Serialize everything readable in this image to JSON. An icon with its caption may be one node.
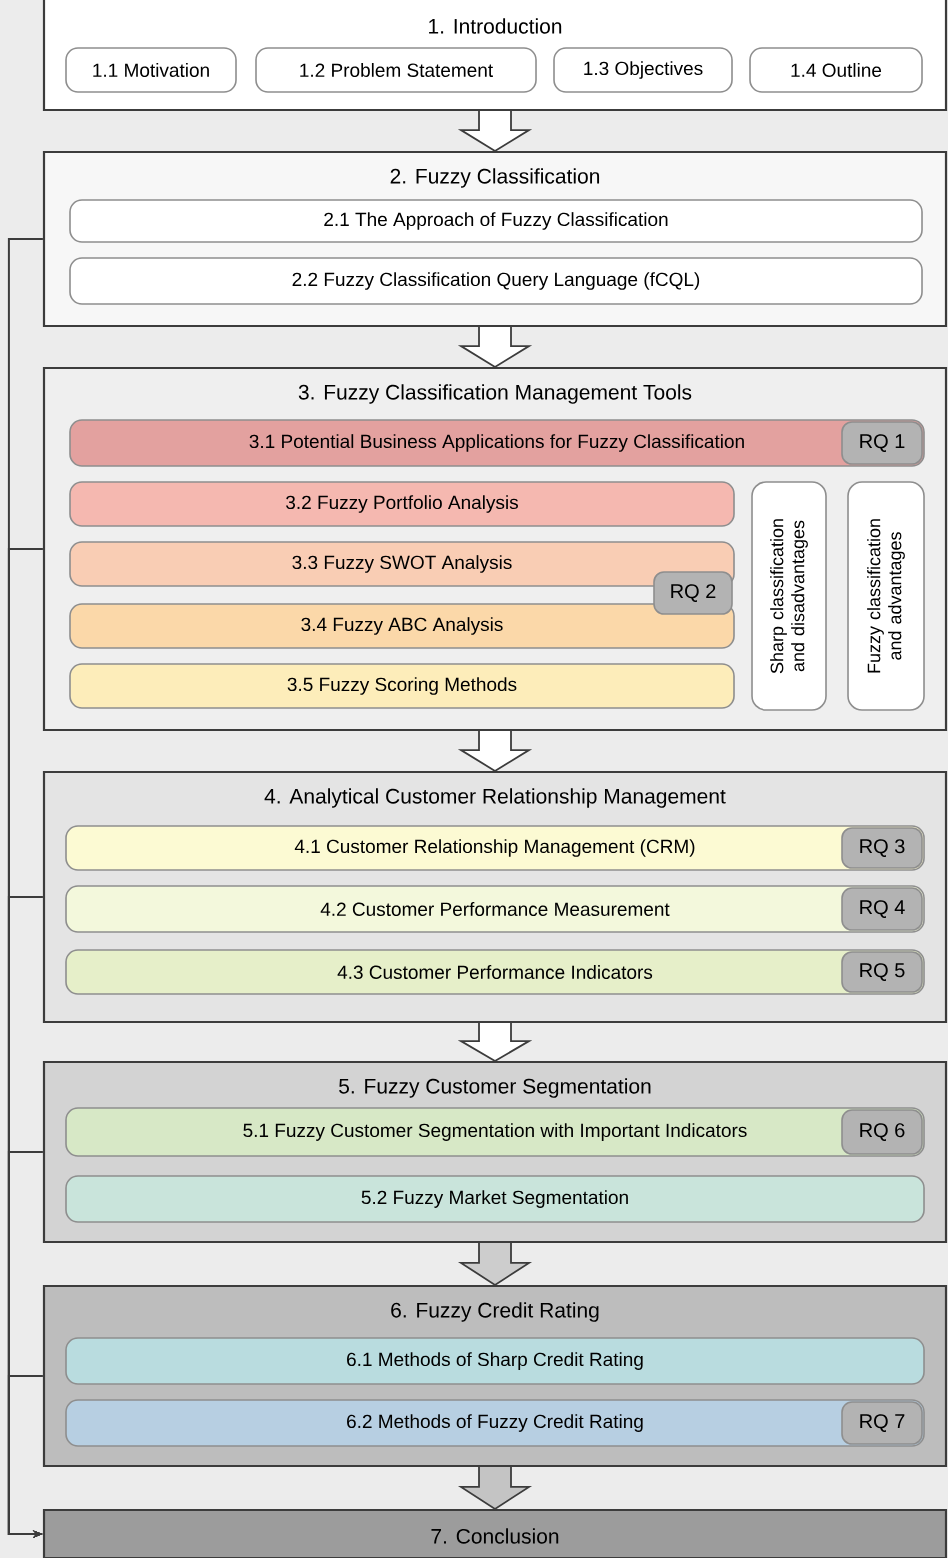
{
  "diagram": {
    "nodes": [
      {
        "text": [
          "1. Introduction"
        ]
      },
      {
        "text": [
          "1.1 Motivation"
        ],
        "in": 0
      },
      {
        "text": [
          "1.2 Problem Statement"
        ],
        "in": 0
      },
      {
        "text": [
          "1.3 Objectives"
        ],
        "in": 0
      },
      {
        "text": [
          "1.4 Outline"
        ],
        "in": 0
      },
      {
        "text": [
          "2. Fuzzy Classification"
        ]
      },
      {
        "text": [
          "2.1 The Approach of Fuzzy Classification"
        ],
        "in": 5
      },
      {
        "text": [
          "2.2 Fuzzy Classification Query Language (fCQL)"
        ],
        "in": 5
      },
      {
        "text": [
          "3. Fuzzy Classification Management Tools"
        ]
      },
      {
        "text": [
          "3.1 Potential Business Applications for Fuzzy Classification"
        ],
        "in": 8
      },
      {
        "text": [
          "RQ 1"
        ],
        "in": 9
      },
      {
        "text": [
          "3.2 Fuzzy Portfolio Analysis"
        ],
        "in": 8
      },
      {
        "text": [
          "3.3 Fuzzy SWOT Analysis"
        ],
        "in": 8
      },
      {
        "text": [
          "3.4 Fuzzy ABC Analysis"
        ],
        "in": 8
      },
      {
        "text": [
          "3.5 Fuzzy Scoring Methods"
        ],
        "in": 8
      },
      {
        "text": [
          "RQ 2"
        ],
        "in": 8
      },
      {
        "text": [
          "Sharp classification and disadvantages"
        ],
        "in": 8
      },
      {
        "text": [
          "Fuzzy classification and advantages"
        ],
        "in": 8
      },
      {
        "text": [
          "4. Analytical Customer Relationship Management"
        ]
      },
      {
        "text": [
          "4.1 Customer Relationship Management (CRM)"
        ],
        "in": 18
      },
      {
        "text": [
          "RQ 3"
        ],
        "in": 19
      },
      {
        "text": [
          "4.2 Customer Performance Measurement"
        ],
        "in": 18
      },
      {
        "text": [
          "RQ 4"
        ],
        "in": 21
      },
      {
        "text": [
          "4.3 Customer Performance Indicators"
        ],
        "in": 18
      },
      {
        "text": [
          "RQ 5"
        ],
        "in": 23
      },
      {
        "text": [
          "5. Fuzzy Customer Segmentation"
        ]
      },
      {
        "text": [
          "5.1 Fuzzy Customer Segmentation with Important Indicators"
        ],
        "in": 25
      },
      {
        "text": [
          "RQ 6"
        ],
        "in": 26
      },
      {
        "text": [
          "5.2 Fuzzy Market Segmentation"
        ],
        "in": 25
      },
      {
        "text": [
          "6. Fuzzy Credit Rating"
        ]
      },
      {
        "text": [
          "6.1 Methods of Sharp Credit Rating"
        ],
        "in": 29
      },
      {
        "text": [
          "6.2 Methods of Fuzzy Credit Rating"
        ],
        "in": 29
      },
      {
        "text": [
          "RQ 7"
        ],
        "in": 31
      },
      {
        "text": [
          "7. Conclusion"
        ]
      }
    ],
    "edges": [
      {
        "from": 0,
        "to": 5,
        "arrow": "to",
        "style": "thick"
      },
      {
        "from": 5,
        "to": 8,
        "arrow": "to",
        "style": "thick"
      },
      {
        "from": 8,
        "to": 18,
        "arrow": "to",
        "style": "thick"
      },
      {
        "from": 18,
        "to": 25,
        "arrow": "to",
        "style": "thick"
      },
      {
        "from": 25,
        "to": 29,
        "arrow": "to",
        "style": "thick"
      },
      {
        "from": 29,
        "to": 33,
        "arrow": "to",
        "style": "thick"
      },
      {
        "from": 5,
        "to": 33,
        "arrow": "to"
      },
      {
        "from": 8,
        "to": 33,
        "arrow": "to"
      },
      {
        "from": 18,
        "to": 33,
        "arrow": "to"
      },
      {
        "from": 25,
        "to": 33,
        "arrow": "to"
      },
      {
        "from": 29,
        "to": 33,
        "arrow": "to"
      }
    ]
  }
}
